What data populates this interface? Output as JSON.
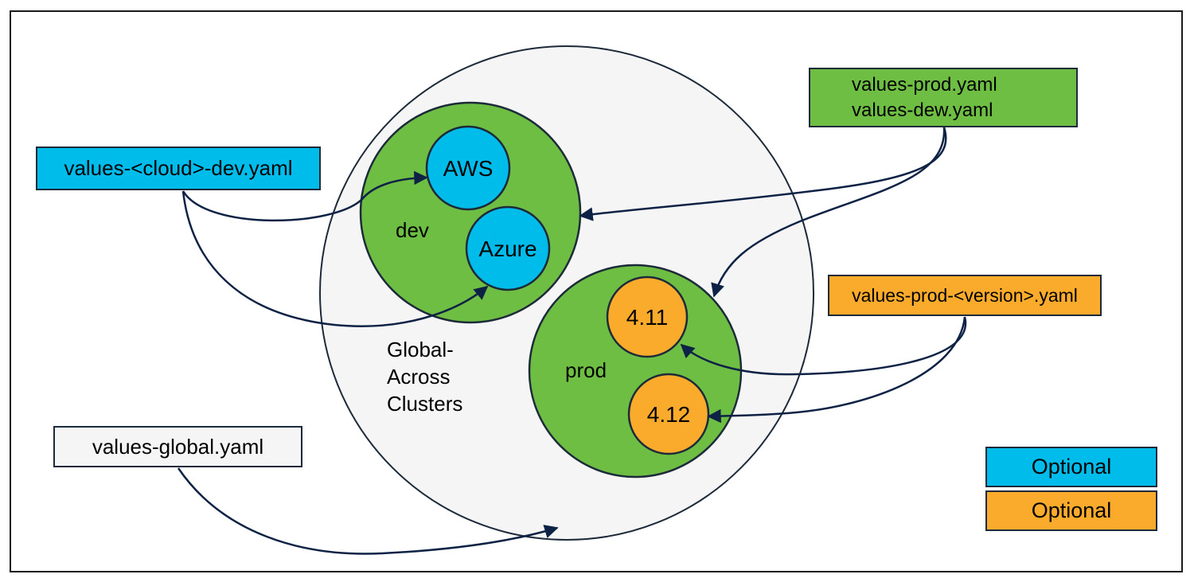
{
  "title": "",
  "regions": {
    "global": {
      "label_lines": [
        "Global-",
        "Across",
        "Clusters"
      ],
      "fill": "#f5f5f5"
    },
    "dev": {
      "label": "dev",
      "fill": "#6fbe44"
    },
    "prod": {
      "label": "prod",
      "fill": "#6fbe44"
    }
  },
  "nodes": {
    "aws": {
      "label": "AWS",
      "fill": "#00bceb"
    },
    "azure": {
      "label": "Azure",
      "fill": "#00bceb"
    },
    "v411": {
      "label": "4.11",
      "fill": "#fbab2c"
    },
    "v412": {
      "label": "4.12",
      "fill": "#fbab2c"
    }
  },
  "files": {
    "cloud_dev": {
      "label": "values-<cloud>-dev.yaml"
    },
    "env_files": {
      "lines": [
        "values-prod.yaml",
        "values-dew.yaml"
      ]
    },
    "prod_version": {
      "label": "values-prod-<version>.yaml"
    },
    "global": {
      "label": "values-global.yaml"
    }
  },
  "legend": [
    {
      "label": "Optional",
      "color": "#00bceb"
    },
    {
      "label": "Optional",
      "color": "#fbab2c"
    }
  ],
  "colors": {
    "stroke": "#1c2a3a",
    "arrow": "#0d2244"
  }
}
